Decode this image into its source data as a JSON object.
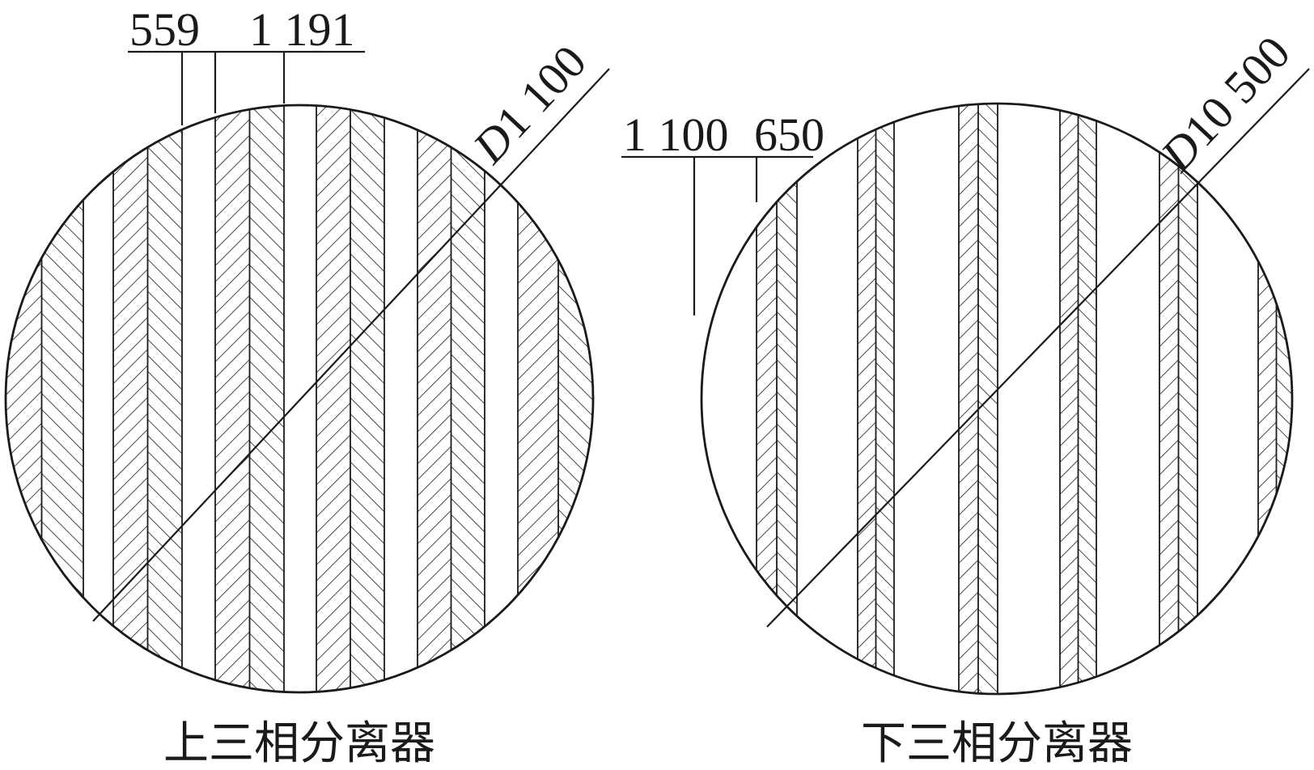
{
  "left": {
    "dims": [
      "559",
      "1 191"
    ],
    "diameter_prefix": "D",
    "diameter_value": "1 100",
    "caption": "上三相分离器"
  },
  "right": {
    "dims": [
      "1 100",
      "650"
    ],
    "diameter_prefix": "D",
    "diameter_value": "10 500",
    "caption": "下三相分离器"
  },
  "colors": {
    "ink": "#1a1a1a",
    "background": "#ffffff"
  }
}
